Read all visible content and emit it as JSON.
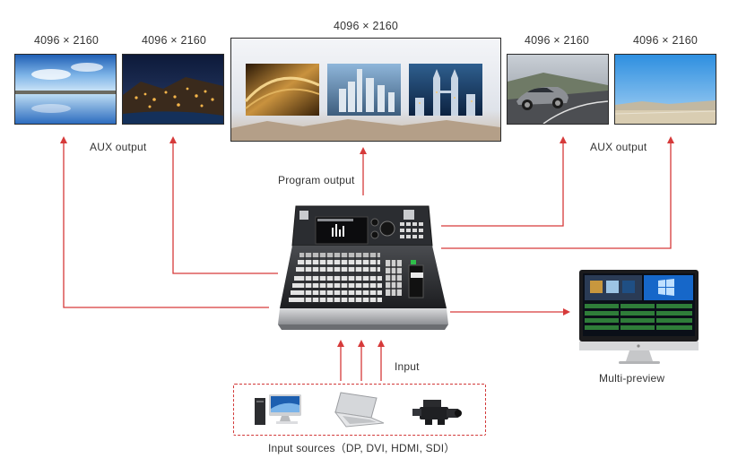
{
  "resolutions": {
    "aux_left_1": "4096 × 2160",
    "aux_left_2": "4096 × 2160",
    "program": "4096 × 2160",
    "aux_right_1": "4096 × 2160",
    "aux_right_2": "4096 × 2160"
  },
  "labels": {
    "aux_left": "AUX output",
    "aux_right": "AUX output",
    "program_output": "Program output",
    "input": "Input",
    "multi_preview": "Multi-preview",
    "input_sources": "Input sources（DP, DVI, HDMI, SDI）"
  },
  "colors": {
    "arrow": "#d63a3a",
    "dashed_border": "#d23a3a"
  }
}
